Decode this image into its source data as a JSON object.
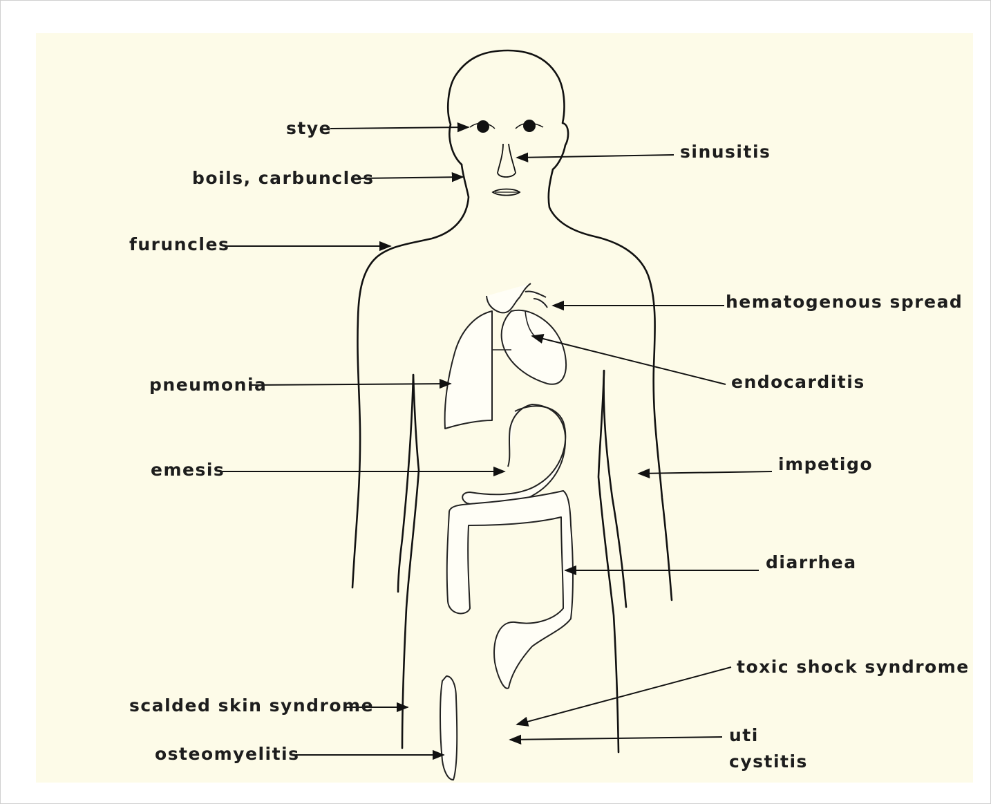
{
  "labels": {
    "stye": "stye",
    "sinusitis": "sinusitis",
    "boils": "boils, carbuncles",
    "furuncles": "furuncles",
    "hematogenous": "hematogenous spread",
    "endocarditis": "endocarditis",
    "pneumonia": "pneumonia",
    "emesis": "emesis",
    "impetigo": "impetigo",
    "diarrhea": "diarrhea",
    "toxic_shock": "toxic shock syndrome",
    "scalded_skin": "scalded skin syndrome",
    "osteomyelitis": "osteomyelitis",
    "uti": "uti",
    "cystitis": "cystitis"
  }
}
